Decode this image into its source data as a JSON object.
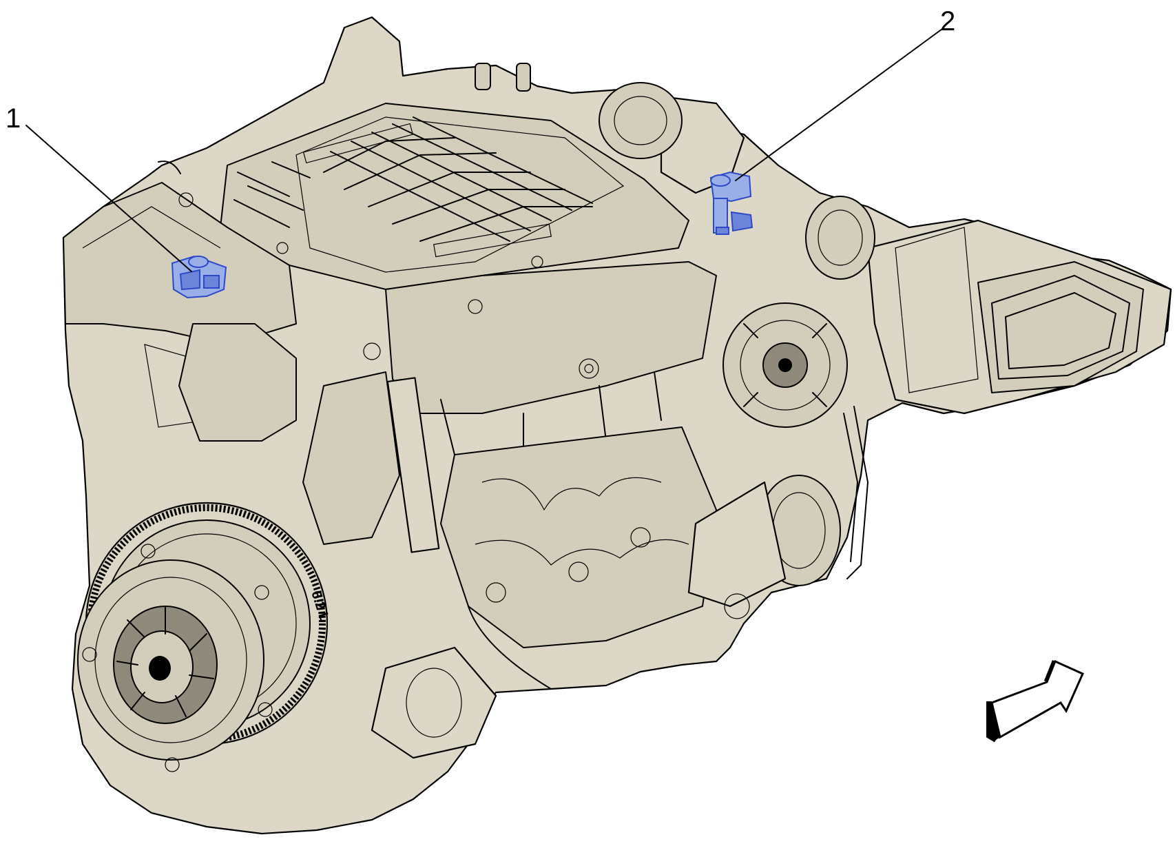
{
  "callouts": [
    {
      "id": "1",
      "label": "1"
    },
    {
      "id": "2",
      "label": "2"
    }
  ],
  "engine_marking": "6.2 L",
  "colors": {
    "background": "#ffffff",
    "engine_fill": "#dcd7c6",
    "outline": "#000000",
    "highlight_fill": "#9aaee8",
    "highlight_stroke": "#2c49c8"
  },
  "icons": [
    "front-direction-arrow-icon"
  ]
}
